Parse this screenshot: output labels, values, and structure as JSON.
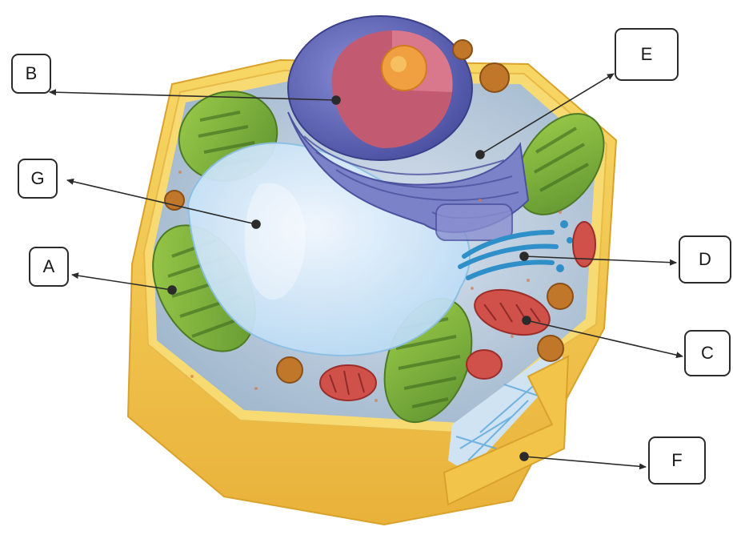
{
  "labels": {
    "A": "A",
    "B": "B",
    "C": "C",
    "D": "D",
    "E": "E",
    "F": "F",
    "G": "G"
  },
  "colors": {
    "cell_wall": "#f4c84a",
    "cytoplasm": "#b8c8d8",
    "chloroplast": "#7fb23a",
    "nucleus": "#c0486a",
    "nucleolus": "#f0a040",
    "endoplasmic_reticulum": "#7078c0",
    "vacuole": "#d8ecfa",
    "golgi": "#3aa0d0",
    "mitochondrion": "#d0504a",
    "arrow": "#2b2b2b"
  }
}
